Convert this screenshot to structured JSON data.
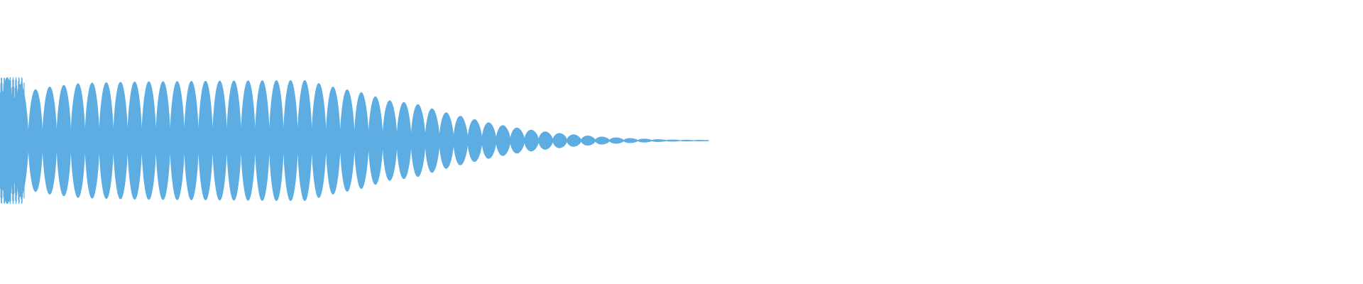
{
  "chart_data": {
    "type": "area",
    "description_kind": "audio-waveform",
    "title": "",
    "xlabel": "",
    "ylabel": "",
    "xlim": [
      0,
      1
    ],
    "ylim": [
      -1,
      1
    ],
    "grid": false,
    "legend": "none",
    "series": [
      {
        "color": "#5dade2",
        "duration_fraction": 0.52,
        "oscillation_cycles": 50,
        "envelope": [
          [
            0.0,
            0.92
          ],
          [
            0.01,
            0.96
          ],
          [
            0.02,
            0.74
          ],
          [
            0.035,
            0.8
          ],
          [
            0.06,
            0.86
          ],
          [
            0.1,
            0.88
          ],
          [
            0.15,
            0.89
          ],
          [
            0.2,
            0.9
          ],
          [
            0.225,
            0.9
          ],
          [
            0.245,
            0.8
          ],
          [
            0.265,
            0.72
          ],
          [
            0.285,
            0.6
          ],
          [
            0.305,
            0.55
          ],
          [
            0.325,
            0.43
          ],
          [
            0.345,
            0.33
          ],
          [
            0.365,
            0.24
          ],
          [
            0.385,
            0.17
          ],
          [
            0.405,
            0.12
          ],
          [
            0.425,
            0.08
          ],
          [
            0.445,
            0.05
          ],
          [
            0.465,
            0.03
          ],
          [
            0.485,
            0.015
          ],
          [
            0.5,
            0.008
          ],
          [
            0.52,
            0.004
          ]
        ]
      }
    ]
  }
}
